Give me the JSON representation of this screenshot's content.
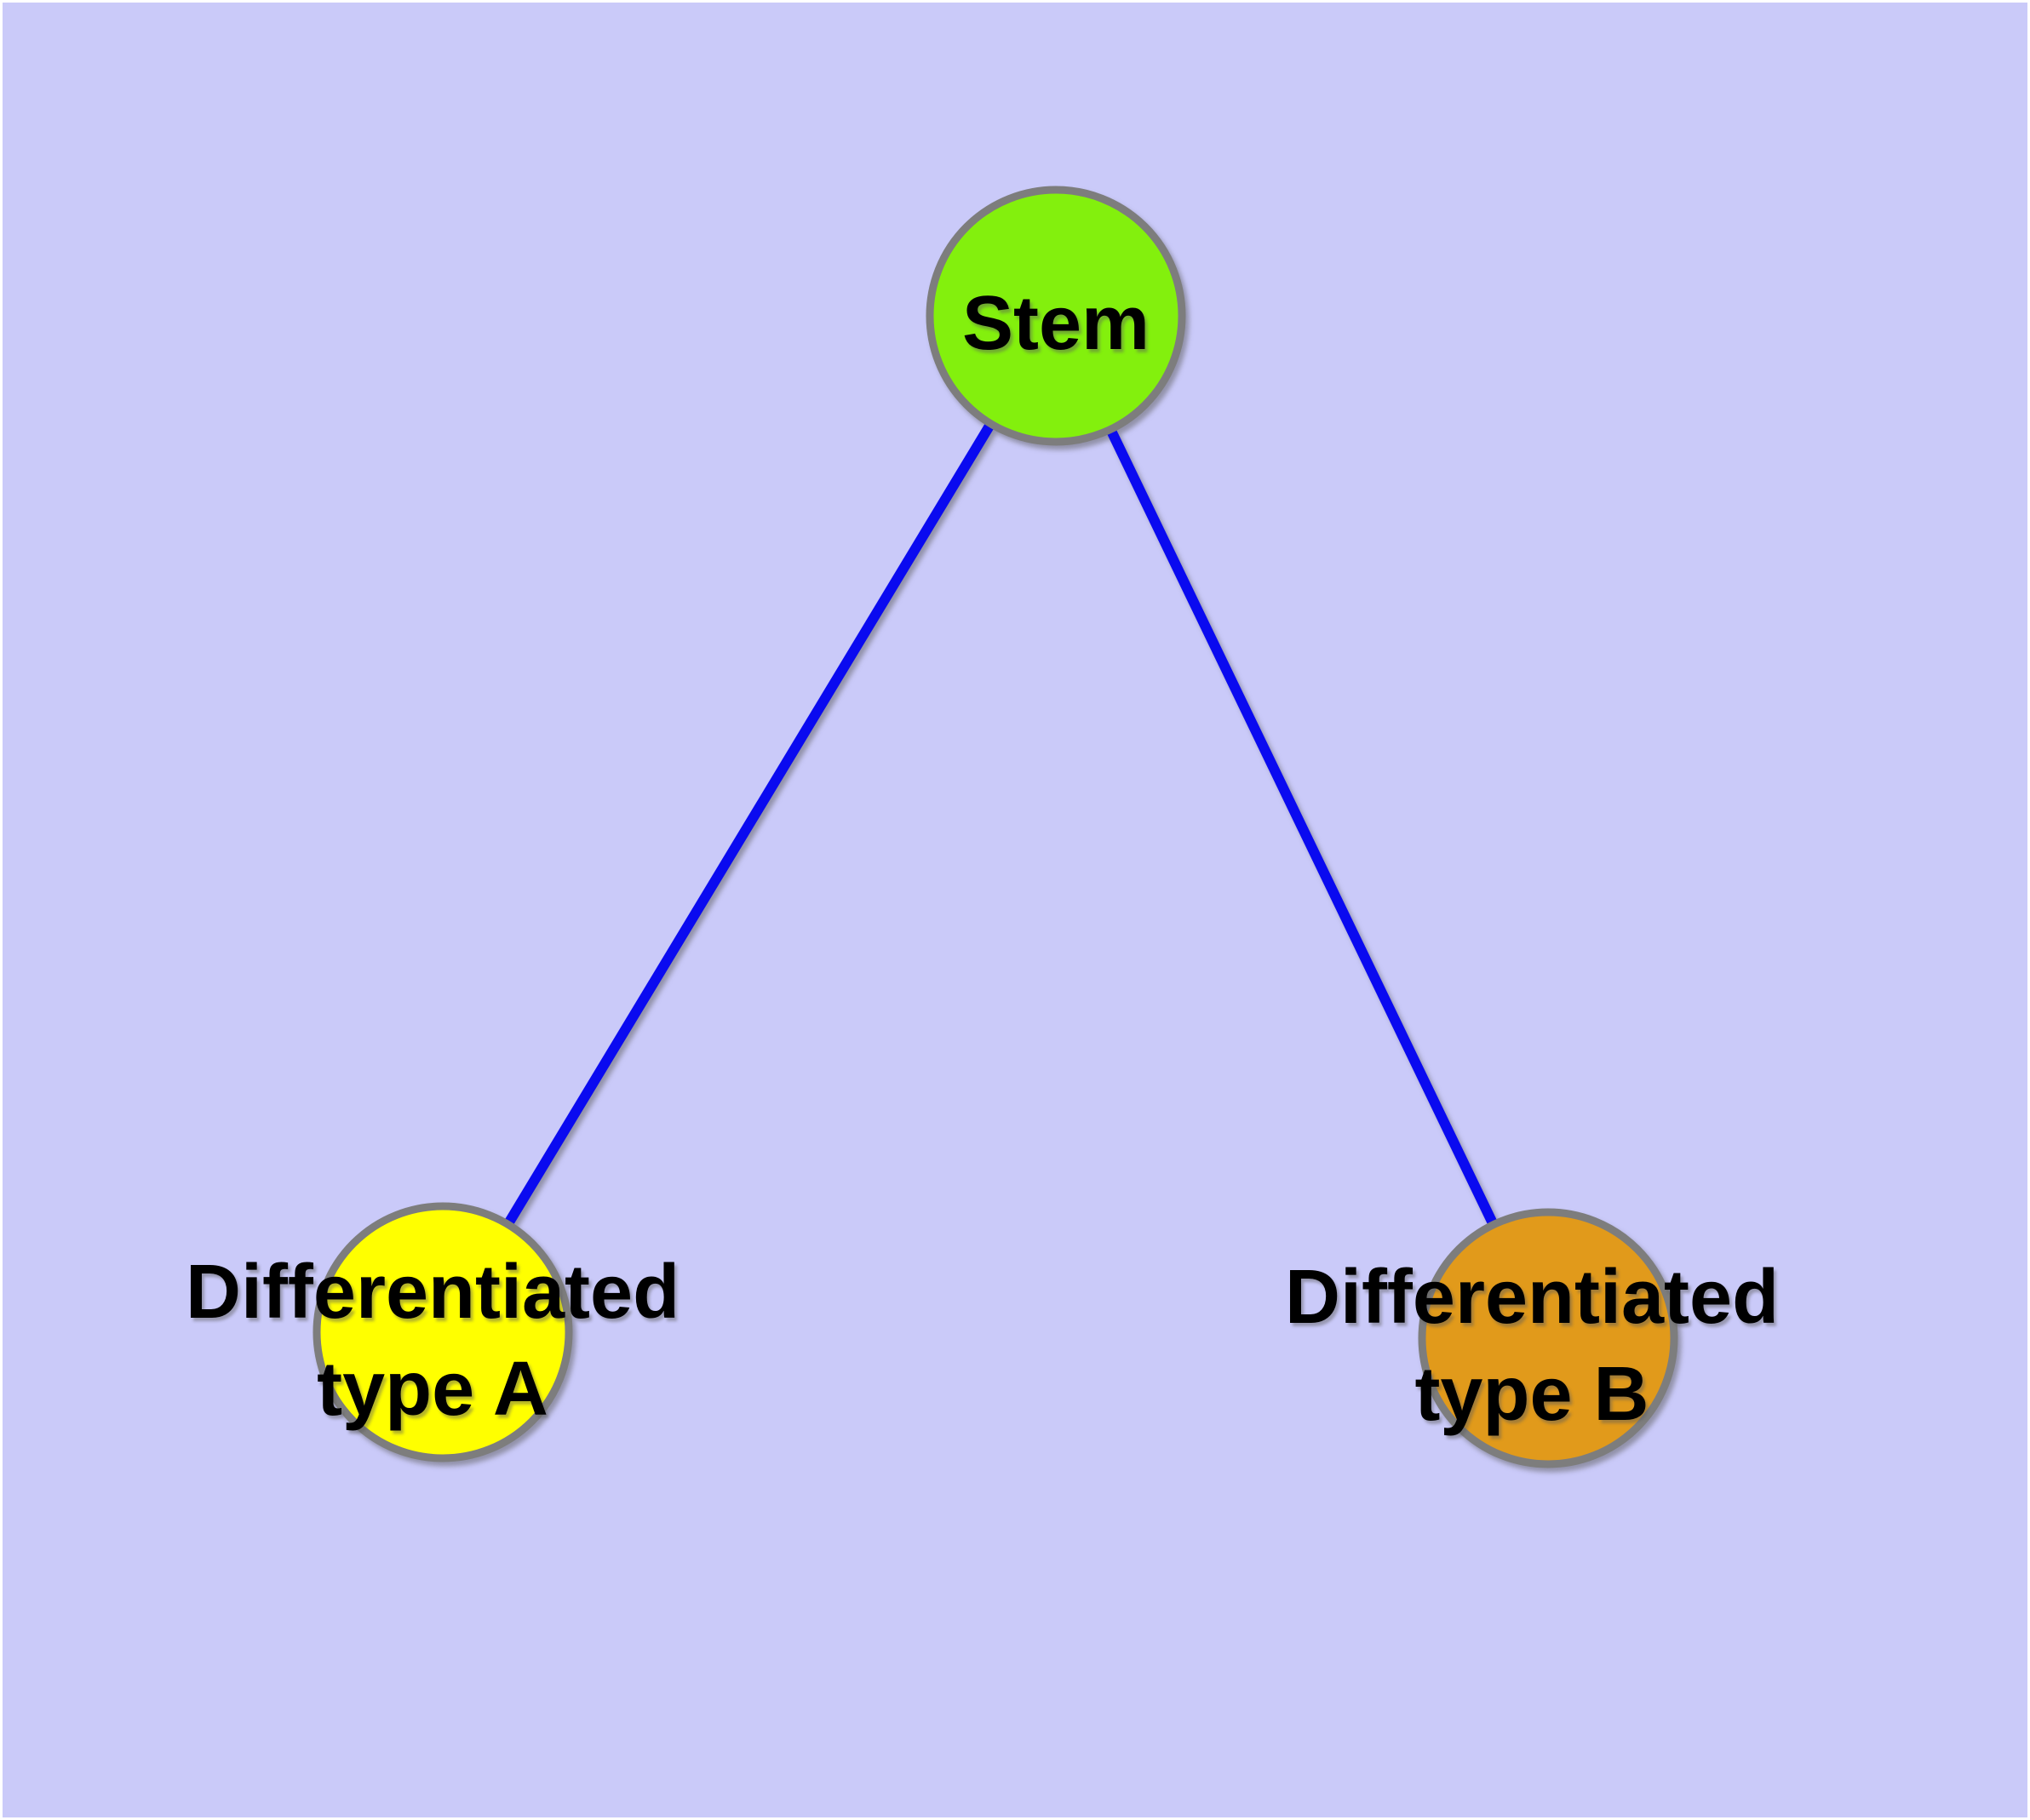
{
  "diagram": {
    "background_color": "#CACAF9",
    "node_border_color": "#7D7D7D",
    "edge_color": "#0A0AF0",
    "label_color": "#000000",
    "nodes": {
      "stem": {
        "label": "Stem",
        "fill": "#83F00D"
      },
      "typeA": {
        "label": "Differentiated\ntype A",
        "fill": "#FFFF00"
      },
      "typeB": {
        "label": "Differentiated\ntype B",
        "fill": "#E19A1B"
      }
    },
    "edges": [
      {
        "from": "stem",
        "to": "typeA"
      },
      {
        "from": "stem",
        "to": "typeB"
      }
    ]
  }
}
